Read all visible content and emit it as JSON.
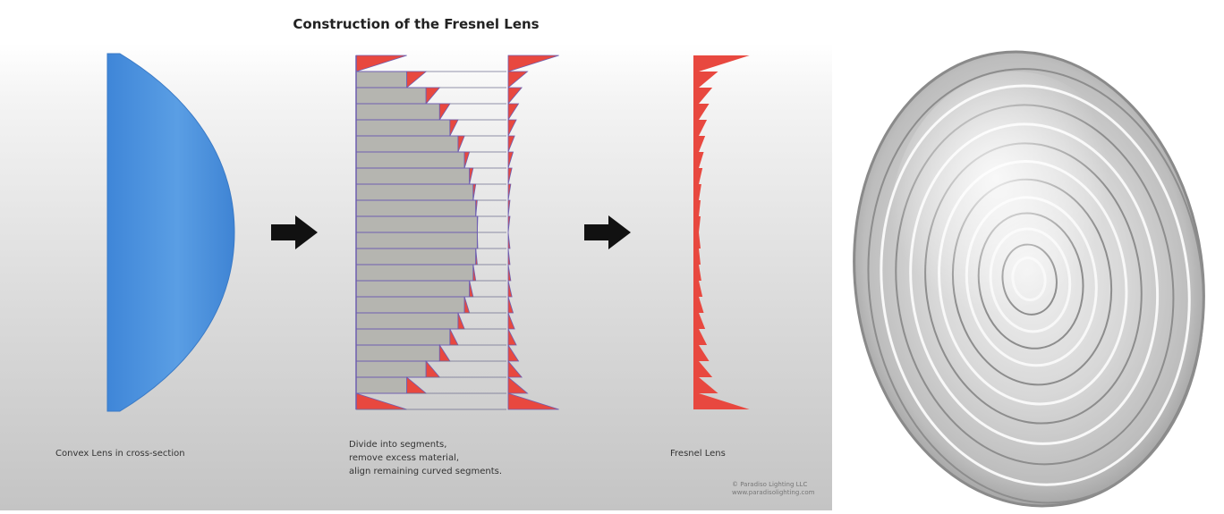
{
  "diagram": {
    "title": "Construction of the Fresnel Lens",
    "captions": {
      "convex": "Convex Lens in cross-section",
      "segments": "Divide into segments,\nremove excess material,\nalign remaining curved segments.",
      "fresnel": "Fresnel Lens"
    },
    "copyright": "© Paradiso Lighting LLC\nwww.paradisolighting.com",
    "colors": {
      "lens_blue": "#4a8fdc",
      "segment_gray": "#b5b5b0",
      "segment_outline": "#6e5fb0",
      "removed_red": "#e8483f",
      "arrow": "#111111"
    },
    "icons": [
      "right-arrow-icon",
      "right-arrow-icon"
    ],
    "segment_count": 22
  },
  "photo": {
    "subject": "fresnel-lens-photo"
  }
}
